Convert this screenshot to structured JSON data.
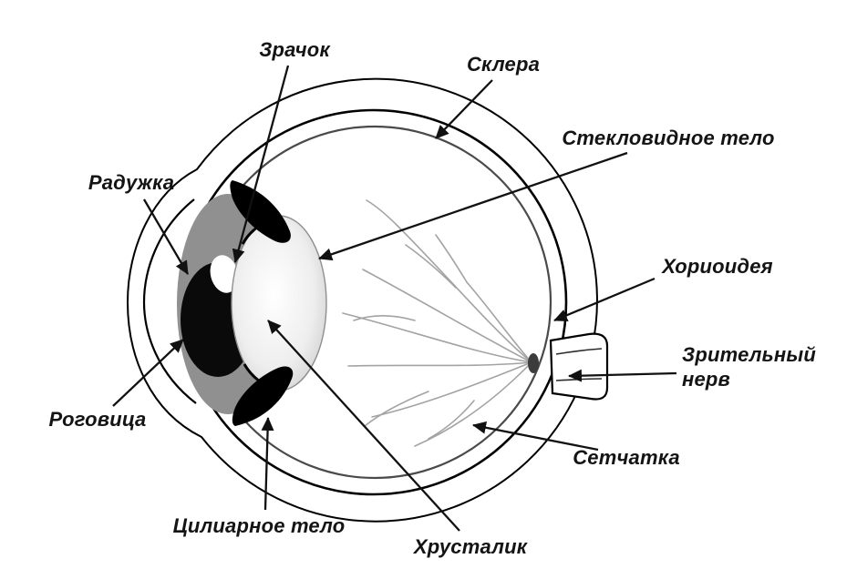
{
  "labels": {
    "pupil": {
      "text": "Зрачок"
    },
    "sclera": {
      "text": "Склера"
    },
    "vitreous": {
      "text": "Стекловидное тело"
    },
    "iris": {
      "text": "Радужка"
    },
    "choroid": {
      "text": "Хориоидея"
    },
    "optic_nerve": {
      "text": "Зрительный нерв"
    },
    "cornea": {
      "text": "Роговица"
    },
    "retina": {
      "text": "Сетчатка"
    },
    "ciliary": {
      "text": "Цилиарное тело"
    },
    "lens": {
      "text": "Хрусталик"
    }
  },
  "colors": {
    "ink": "#111111",
    "iris_gray": "#909090",
    "vessel_gray": "#a3a3a3",
    "background": "#ffffff"
  }
}
